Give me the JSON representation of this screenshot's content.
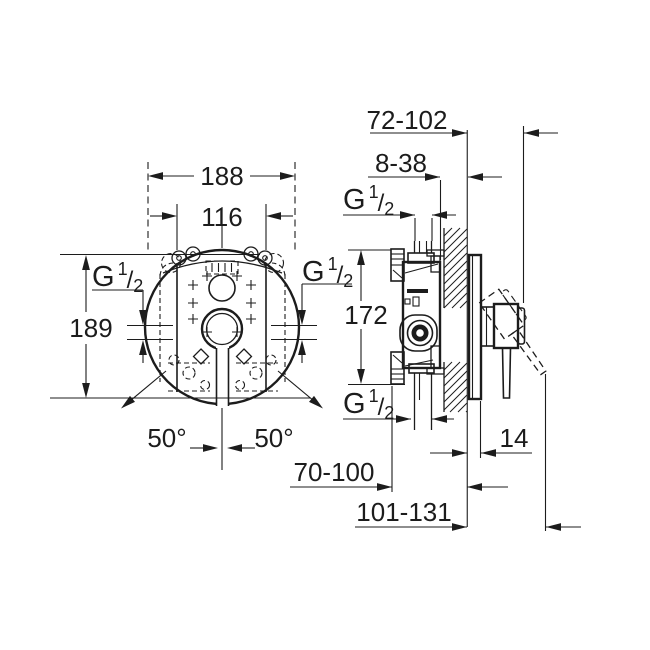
{
  "drawing": {
    "colors": {
      "background": "#ffffff",
      "ink": "#1c1c1c"
    },
    "front_view": {
      "overall_width_mm": "188",
      "inner_width_mm": "116",
      "overall_height_mm": "189",
      "swivel_angle_left": "50°",
      "swivel_angle_right": "50°"
    },
    "side_view": {
      "depth_to_handle_range_mm": "72-102",
      "finished_wall_range_mm": "8-38",
      "body_height_mm": "172",
      "escutcheon_offset_mm": "14",
      "rough_in_depth_range_mm": "70-100",
      "overall_projection_range_mm": "101-131"
    },
    "thread": {
      "G": "G",
      "num": "1",
      "slash": "/",
      "den": "2"
    }
  }
}
